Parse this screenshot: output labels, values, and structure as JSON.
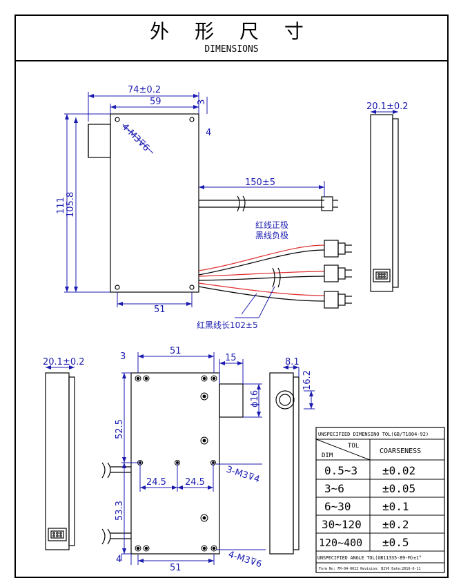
{
  "header": {
    "title_cn": "外 形 尺 寸",
    "title_en": "DIMENSIONS"
  },
  "front_view": {
    "dim_width": "74±0.2",
    "dim_body_width": "59",
    "dim_top_offset": "3",
    "dim_hole_offset": "4",
    "dim_height": "111",
    "dim_body_height": "105.8",
    "hole_callout": "4-M3⊽6",
    "dim_bottom_width": "51",
    "dim_cable_length": "150±5",
    "wire_note_line1": "红线正极",
    "wire_note_line2": "黑线负极",
    "wire_length_note": "红黑线长102±5"
  },
  "side_view_top": {
    "dim_thickness": "20.1±0.2"
  },
  "side_view_bottom": {
    "dim_thickness": "20.1±0.2"
  },
  "back_view": {
    "dim_top_width": "51",
    "dim_top_offset": "3",
    "dim_boss_width": "15",
    "dim_boss_dia": "ϕ16",
    "dim_upper_height": "52.5",
    "dim_lower_height": "53.3",
    "dim_half1": "24.5",
    "dim_half2": "24.5",
    "hole_callout_mid": "3-M3⊽4",
    "hole_callout_bottom": "4-M3⊽6",
    "dim_bottom_width": "51",
    "dim_bottom_offset": "4"
  },
  "end_view": {
    "dim_width": "8.1",
    "dim_height": "16.2"
  },
  "tolerance_table": {
    "title": "UNSPECIFIED DIMENSINO TOL(GB/T1804-92)",
    "col_tol": "TOL",
    "col_dim": "DIM",
    "col_class": "COARSENESS",
    "rows": [
      {
        "range": "0.5~3",
        "tol": "±0.02"
      },
      {
        "range": "3~6",
        "tol": "±0.05"
      },
      {
        "range": "6~30",
        "tol": "±0.1"
      },
      {
        "range": "30~120",
        "tol": "±0.2"
      },
      {
        "range": "120~400",
        "tol": "±0.5"
      }
    ],
    "angle_note": "UNSPECIFIED ANGLE TOL(GB11335-89-M)±1°",
    "form_note": "Form No: FR-04-0013 Revision: B2V0 Date:2016-6-11"
  },
  "colors": {
    "dimension": "#1a1ab0",
    "red_wire": "#e03030",
    "outline": "#000000"
  }
}
